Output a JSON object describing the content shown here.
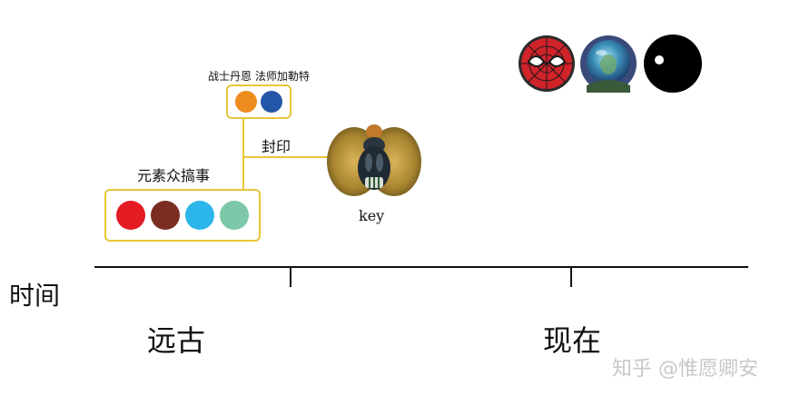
{
  "axis": {
    "label": "时间",
    "eras": [
      {
        "label": "远古"
      },
      {
        "label": "现在"
      }
    ]
  },
  "groups": {
    "elements": {
      "label": "元素众搞事",
      "dots": [
        "#E31B23",
        "#7B2D22",
        "#2BB5E8",
        "#7DC8A8"
      ]
    },
    "wizards": {
      "label": "战士丹恩  法师加勒特",
      "dots": [
        "#EE8C1F",
        "#2456A8"
      ]
    }
  },
  "seal": {
    "label": "封印",
    "item_icon": "scarab-icon",
    "item_label": "key"
  },
  "present_figures": [
    {
      "icon": "spiderman-mask-icon"
    },
    {
      "icon": "mysterio-icon"
    },
    {
      "icon": "black-circle-icon"
    }
  ],
  "colors": {
    "group_border": "#E8C53A",
    "axis": "#111111"
  },
  "watermark": "知乎 @惟愿卿安"
}
